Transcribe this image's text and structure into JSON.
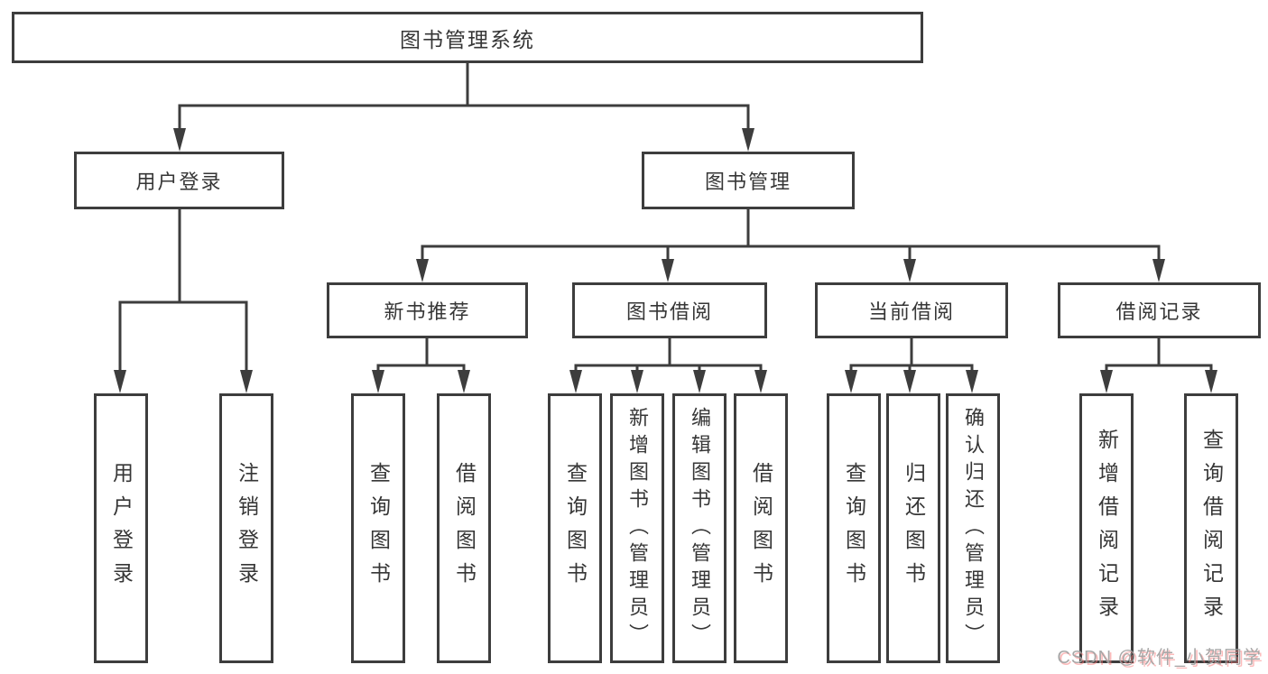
{
  "tree": {
    "root": {
      "label": "图书管理系统"
    },
    "branches": [
      {
        "label": "用户登录",
        "children": [
          {
            "label": "用户登录"
          },
          {
            "label": "注销登录"
          }
        ]
      },
      {
        "label": "图书管理",
        "children": [
          {
            "label": "新书推荐",
            "children": [
              {
                "label": "查询图书"
              },
              {
                "label": "借阅图书"
              }
            ]
          },
          {
            "label": "图书借阅",
            "children": [
              {
                "label": "查询图书"
              },
              {
                "label": "新增图书（管理员）"
              },
              {
                "label": "编辑图书（管理员）"
              },
              {
                "label": "借阅图书"
              }
            ]
          },
          {
            "label": "当前借阅",
            "children": [
              {
                "label": "查询图书"
              },
              {
                "label": "归还图书"
              },
              {
                "label": "确认归还（管理员）"
              }
            ]
          },
          {
            "label": "借阅记录",
            "children": [
              {
                "label": "新增借阅记录"
              },
              {
                "label": "查询借阅记录"
              }
            ]
          }
        ]
      }
    ]
  },
  "watermark": {
    "text": "CSDN @软件_小贺同学"
  },
  "colors": {
    "line": "#3d3d3d",
    "text": "#363636",
    "background": "#ffffff",
    "watermark_text": "#a0a0a0",
    "watermark_shadow": "#fa7878"
  }
}
